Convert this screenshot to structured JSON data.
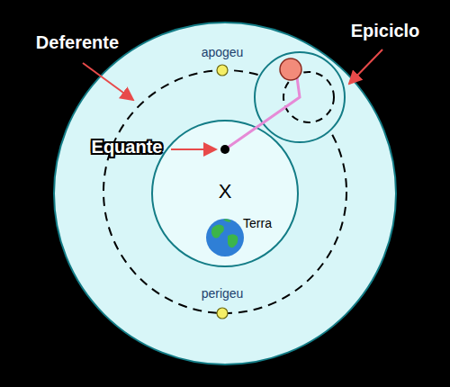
{
  "diagram": {
    "labels": [
      "Deferente",
      "Epiciclo",
      "apogeu",
      "Equante",
      "X",
      "Terra",
      "perigeu"
    ]
  }
}
